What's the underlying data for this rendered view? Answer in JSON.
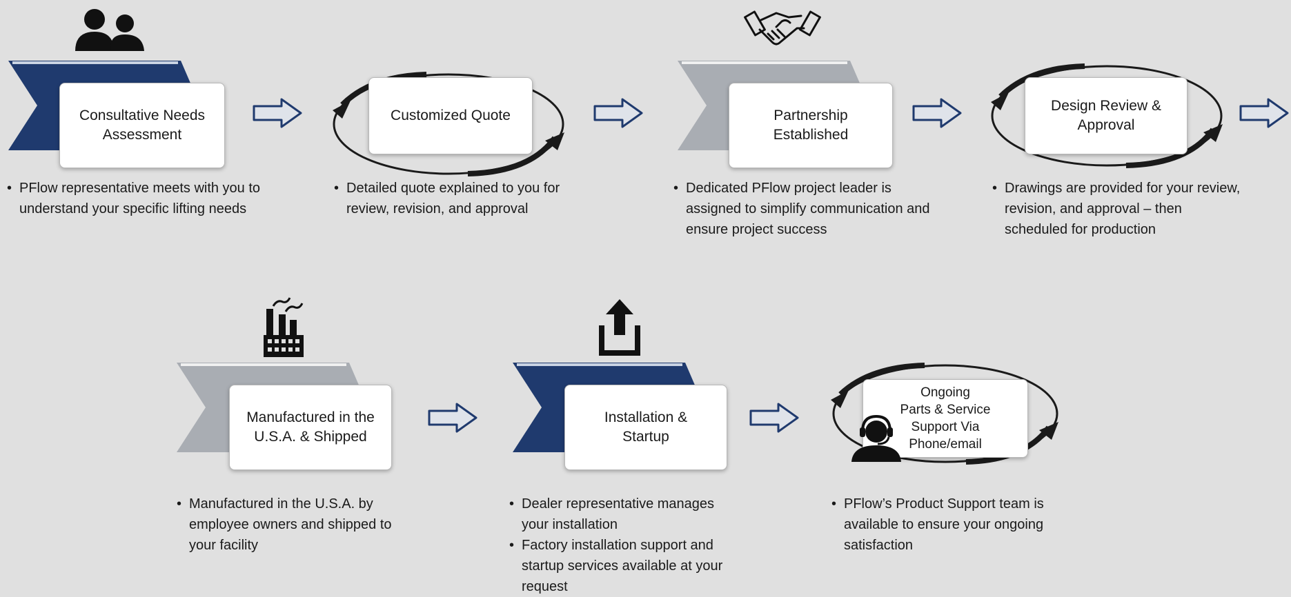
{
  "steps": [
    {
      "title": "Consultative Needs\nAssessment",
      "bullets": [
        "PFlow representative meets with you to understand your specific lifting needs"
      ],
      "icon": "people-icon"
    },
    {
      "title": "Customized Quote",
      "bullets": [
        "Detailed quote explained to you for review, revision, and approval"
      ],
      "icon": "cycle-arrows-icon"
    },
    {
      "title": "Partnership\nEstablished",
      "bullets": [
        "Dedicated PFlow project leader is assigned to simplify communication and ensure project success"
      ],
      "icon": "handshake-icon"
    },
    {
      "title": "Design Review &\nApproval",
      "bullets": [
        "Drawings are provided for your review, revision, and approval – then scheduled for production"
      ],
      "icon": "cycle-arrows-icon"
    },
    {
      "title": "Manufactured in the\nU.S.A. & Shipped",
      "bullets": [
        "Manufactured in the U.S.A. by employee owners and shipped to your facility"
      ],
      "icon": "factory-icon"
    },
    {
      "title": "Installation &\nStartup",
      "bullets": [
        "Dealer representative manages your installation",
        "Factory installation support and startup services available at your request"
      ],
      "icon": "share-upload-icon"
    },
    {
      "title": "Ongoing\nParts & Service\nSupport Via\nPhone/email",
      "bullets": [
        "PFlow’s Product Support team is available to ensure your ongoing satisfaction"
      ],
      "icon": "headset-support-icon"
    }
  ],
  "colors": {
    "background": "#e0e0e0",
    "navy": "#1f3a6e",
    "gray_chevron": "#a9adb3",
    "arrow_fill": "#dfe3ea"
  }
}
